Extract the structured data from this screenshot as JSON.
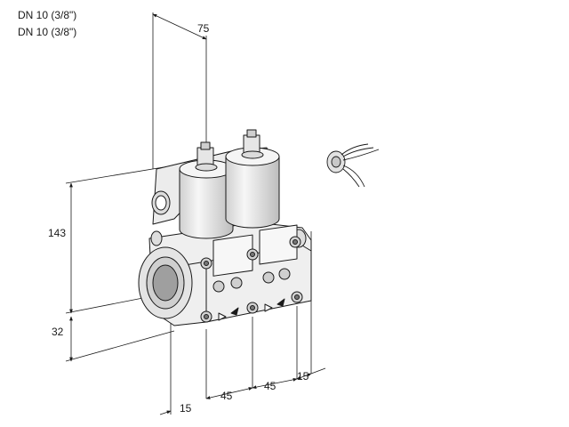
{
  "captions": [
    "DN 10 (3/8\")",
    "DN 10 (3/8\")"
  ],
  "dimensions": {
    "top_depth": "75",
    "height_total": "143",
    "height_port": "32",
    "bottom_offset_left": "15",
    "bottom_spacing_1": "45",
    "bottom_spacing_2": "45",
    "bottom_offset_right": "15"
  },
  "colors": {
    "line": "#1a1a1a",
    "body_light": "#f4f4f4",
    "body_mid": "#dcdcdc",
    "body_dark": "#b5b5b5"
  }
}
